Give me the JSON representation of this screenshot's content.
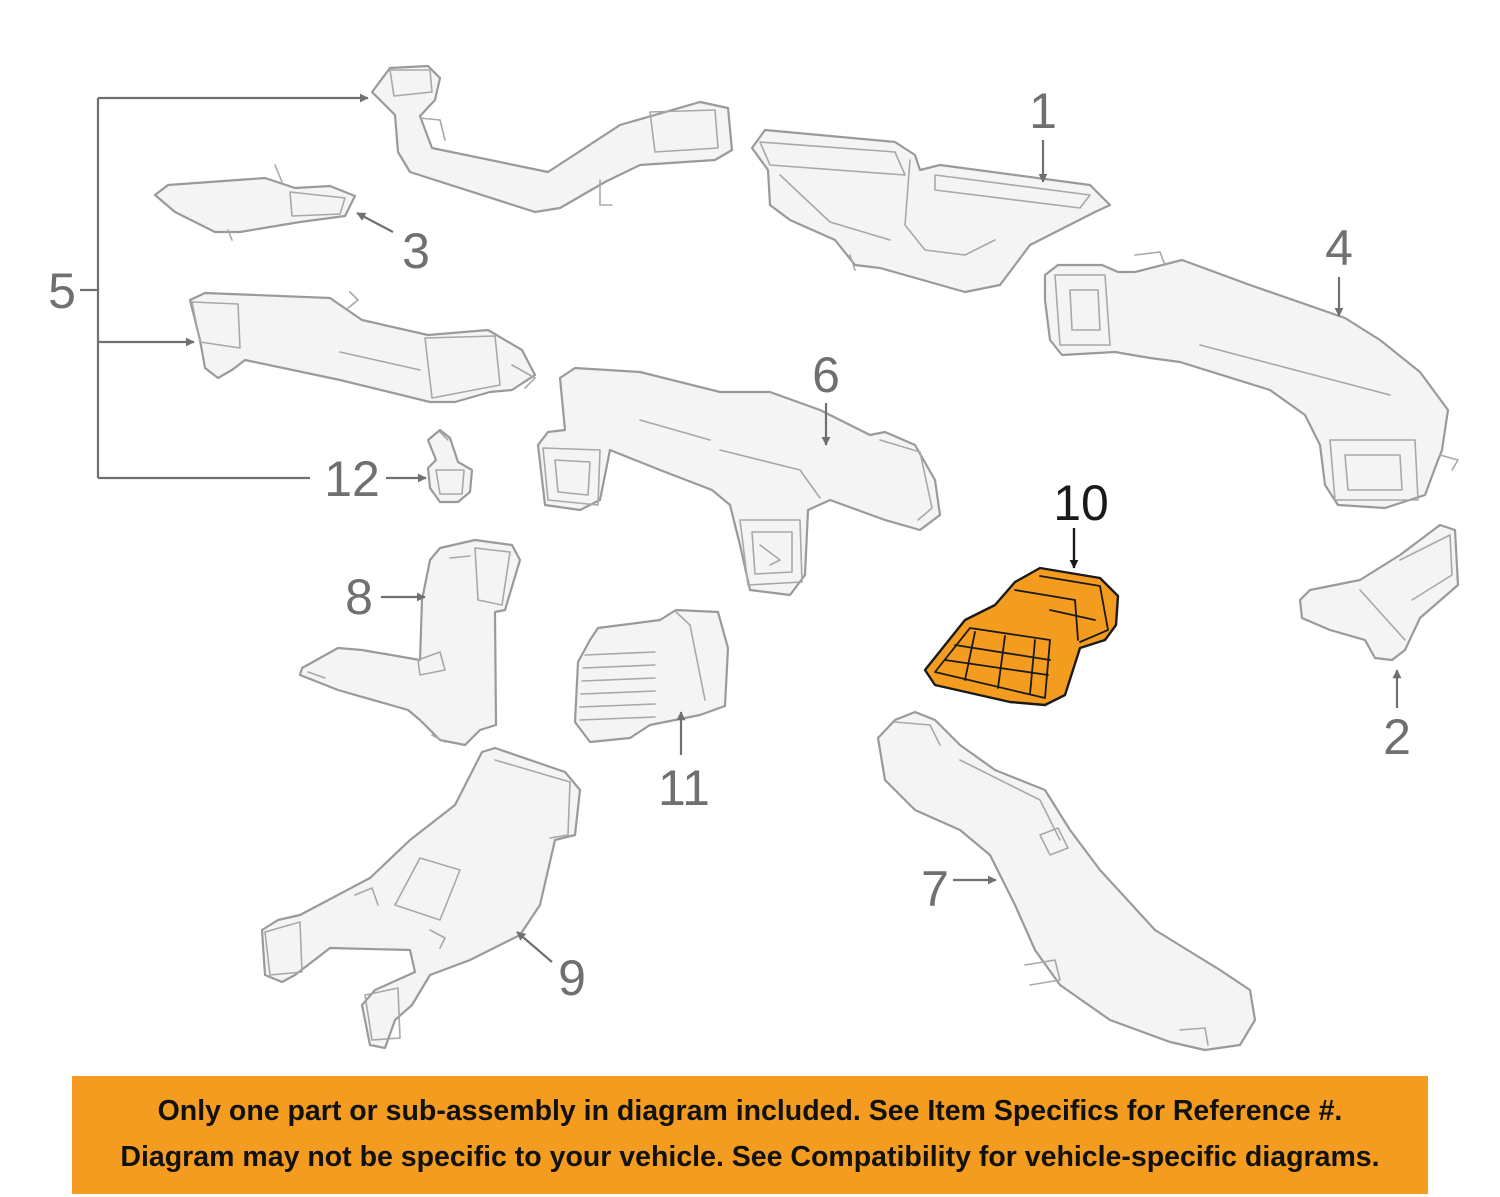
{
  "callouts": {
    "c1": "1",
    "c2": "2",
    "c3": "3",
    "c4": "4",
    "c5": "5",
    "c6": "6",
    "c7": "7",
    "c8": "8",
    "c9": "9",
    "c10": "10",
    "c11": "11",
    "c12": "12"
  },
  "highlight_color": "#f39c1f",
  "banner": {
    "line1": "Only one part or sub-assembly in diagram included. See Item Specifics for Reference #.",
    "line2": "Diagram may not be specific to your vehicle. See Compatibility for vehicle-specific diagrams."
  }
}
